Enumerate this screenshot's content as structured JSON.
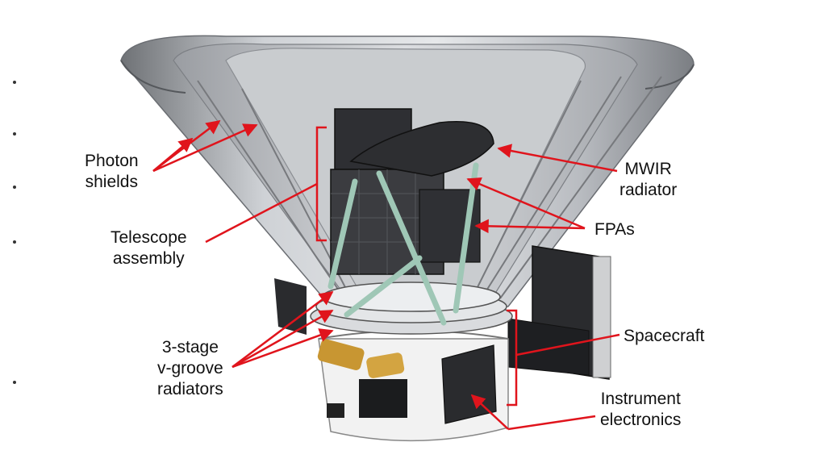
{
  "labels": {
    "photon_shields": [
      "Photon",
      "shields"
    ],
    "telescope_assembly": [
      "Telescope",
      "assembly"
    ],
    "vgroove_radiators": [
      "3-stage",
      "v-groove",
      "radiators"
    ],
    "mwir_radiator": [
      "MWIR",
      "radiator"
    ],
    "fpas": [
      "FPAs"
    ],
    "spacecraft": [
      "Spacecraft"
    ],
    "instrument_electronics": [
      "Instrument",
      "electronics"
    ]
  },
  "colors": {
    "arrow": "#e0141c",
    "shield_light": "#d7d9dc",
    "shield_dark": "#8b8e93",
    "strut": "#9fc7b6",
    "gold": "#c89632",
    "panel": "#2a2b2e",
    "bus": "#f2f2f2"
  }
}
